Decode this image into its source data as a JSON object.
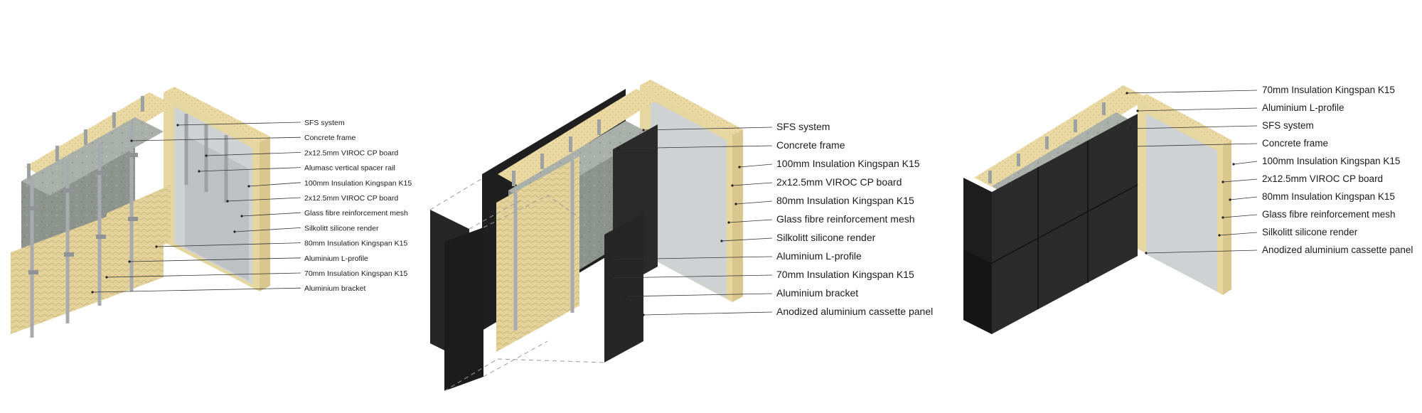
{
  "diagrams": [
    {
      "id": "detail-render-facade",
      "labels": [
        "SFS system",
        "Concrete frame",
        "2x12.5mm VIROC CP board",
        "Alumasc vertical spacer rail",
        "100mm Insulation Kingspan K15",
        "2x12.5mm VIROC CP board",
        "Glass fibre reinforcement mesh",
        "Silkolitt silicone render",
        "80mm Insulation Kingspan K15",
        "Aluminium L-profile",
        "70mm Insulation Kingspan K15",
        "Aluminium bracket"
      ]
    },
    {
      "id": "detail-exploded-cassette",
      "labels": [
        "SFS system",
        "Concrete frame",
        "100mm Insulation Kingspan K15",
        "2x12.5mm VIROC CP board",
        "80mm Insulation Kingspan K15",
        "Glass fibre reinforcement mesh",
        "Silkolitt silicone render",
        "Aluminium L-profile",
        "70mm Insulation Kingspan K15",
        "Aluminium bracket",
        "Anodized aluminium cassette panel"
      ]
    },
    {
      "id": "detail-assembled-cassette",
      "labels": [
        "70mm Insulation Kingspan K15",
        "Aluminium L-profile",
        "SFS system",
        "Concrete frame",
        "100mm Insulation Kingspan K15",
        "2x12.5mm VIROC CP board",
        "80mm Insulation Kingspan K15",
        "Glass fibre reinforcement mesh",
        "Silkolitt silicone render",
        "Anodized aluminium cassette panel"
      ]
    }
  ],
  "colors": {
    "insulation": "#e3d29a",
    "insulation_dark": "#c9b478",
    "concrete": "#8d948e",
    "concrete_light": "#a9b0aa",
    "render": "#cfd2d3",
    "cassette": "#262626",
    "cassette_mid": "#3a3a3a",
    "metal": "#a7abad"
  }
}
